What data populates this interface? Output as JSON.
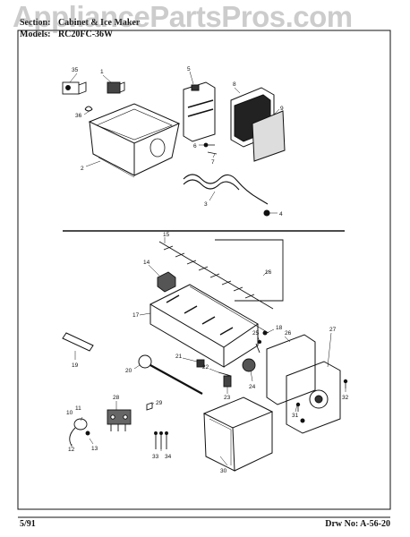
{
  "header": {
    "section_label": "Section:",
    "section_value": "Cabinet & Ice Maker",
    "models_label": "Models:",
    "models_value": "RC20FC-36W"
  },
  "watermark": "AppliancePartsPros.com",
  "footer": {
    "date": "5/91",
    "drawing_number": "Drw No: A-56-20"
  },
  "callouts": [
    "1",
    "2",
    "3",
    "4",
    "5",
    "6",
    "7",
    "8",
    "9",
    "35",
    "36",
    "11",
    "12",
    "13",
    "14",
    "15",
    "16",
    "17",
    "18",
    "19",
    "20",
    "21",
    "22",
    "23",
    "24",
    "25",
    "26",
    "27",
    "28",
    "29",
    "30",
    "31",
    "32",
    "33",
    "34",
    "10"
  ],
  "colors": {
    "ink": "#111111",
    "paper": "#ffffff",
    "watermark": "#8a8a8a"
  }
}
